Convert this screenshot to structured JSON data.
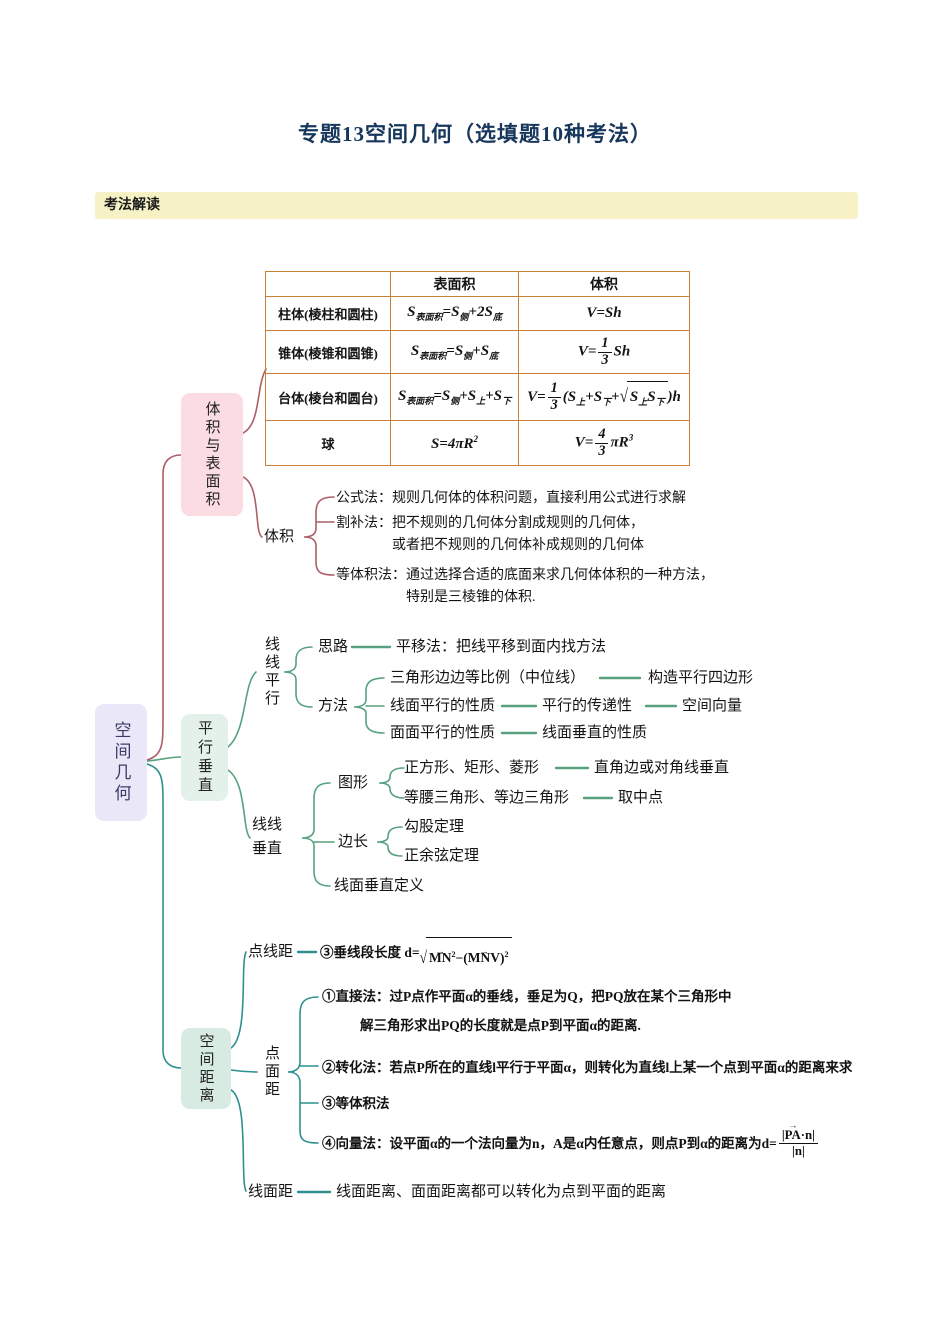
{
  "page": {
    "title": "专题13空间几何（选填题10种考法）",
    "banner": "考法解读"
  },
  "colors": {
    "title": "#16365c",
    "banner_bg": "#f6f2c6",
    "table_border": "#c9813b",
    "root_bg": "#e9e7f8",
    "branch1_bg": "#fbdce2",
    "branch1_line": "#ab5f68",
    "branch2_bg": "#e3f1ea",
    "branch2_line": "#57a17e",
    "branch3_bg": "#d8ebe3",
    "branch3_line": "#2f8f8f"
  },
  "table": {
    "col_surface": "表面积",
    "col_volume": "体积",
    "rows": [
      {
        "name": "柱体(棱柱和圆柱)",
        "surface": "S_{表面积}=S_{侧}+2S_{底}",
        "volume": "V=Sh"
      },
      {
        "name": "锥体(棱锥和圆锥)",
        "surface": "S_{表面积}=S_{侧}+S_{底}",
        "volume": "V=\\frac{1}{3}Sh"
      },
      {
        "name": "台体(棱台和圆台)",
        "surface": "S_{表面积}=S_{侧}+S_{上}+S_{下}",
        "volume": "V=\\frac{1}{3}(S_{上}+S_{下}+\\sqrt{S_{上}S_{下}})h"
      },
      {
        "name": "球",
        "surface": "S=4πR^{2}",
        "volume": "V=\\frac{4}{3}πR^{3}"
      }
    ]
  },
  "mindmap": {
    "root_label": "空间几何",
    "b1": {
      "label": "体积与表面积",
      "sub": "体积",
      "m1": "公式法：规则几何体的体积问题，直接利用公式进行求解",
      "m2a": "割补法：把不规则的几何体分割成规则的几何体，",
      "m2b": "或者把不规则的几何体补成规则的几何体",
      "m3a": "等体积法：通过选择合适的底面来求几何体体积的一种方法，",
      "m3b": "特别是三棱锥的体积."
    },
    "b2": {
      "label": "平行垂直",
      "pp": {
        "label": "线线平行",
        "idea": "思路",
        "idea_text": "平移法：把线平移到面内找方法",
        "method": "方法",
        "r1a": "三角形边边等比例（中位线）",
        "r1b": "构造平行四边形",
        "r2a": "线面平行的性质",
        "r2b": "平行的传递性",
        "r2c": "空间向量",
        "r3a": "面面平行的性质",
        "r3b": "线面垂直的性质"
      },
      "pv": {
        "label": "线线\n垂直",
        "shape": "图形",
        "s1a": "正方形、矩形、菱形",
        "s1b": "直角边或对角线垂直",
        "s2a": "等腰三角形、等边三角形",
        "s2b": "取中点",
        "side": "边长",
        "e1": "勾股定理",
        "e2": "正余弦定理",
        "def": "线面垂直定义"
      }
    },
    "b3": {
      "label": "空间距离",
      "pl": {
        "label": "点线距",
        "formula": "③垂线段长度 d=\\sqrt{\\vec{MN}^{2}−(\\vec{MNV})^{2}}"
      },
      "pm": {
        "label": "点面距",
        "i1a": "①直接法：过P点作平面α的垂线，垂足为Q，把PQ放在某个三角形中",
        "i1b": "解三角形求出PQ的长度就是点P到平面α的距离.",
        "i2": "②转化法：若点P所在的直线l平行于平面α，则转化为直线l上某一个点到平面α的距离来求",
        "i3": "③等体积法",
        "i4": "④向量法：设平面α的一个法向量为n，A是α内任意点，则点P到α的距离为d=\\frac{|\\vec{PA}·n|}{|n|}"
      },
      "lp": {
        "label": "线面距",
        "text": "线面距离、面面距离都可以转化为点到平面的距离"
      }
    }
  }
}
